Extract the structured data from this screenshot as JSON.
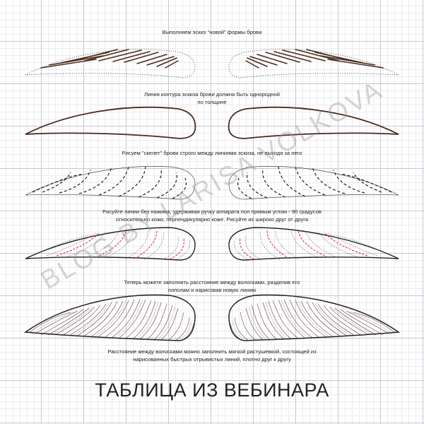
{
  "steps": [
    {
      "lines": [
        "Выполняем эскиз \"новой\" формы брови"
      ]
    },
    {
      "lines": [
        "Линия контура эскиза брови должна быть однородной",
        "по толщине"
      ]
    },
    {
      "lines": [
        "Рисуем \"скелет\" брови строго между линиями эскиза, не выходя за него"
      ]
    },
    {
      "lines": [
        "Рисуйте линии без нажима, удерживая ручку аппарата пол прямым углом - 90 градусов",
        "относительно кожи, перпендикулярно коже. Рисуйте их широко друг от друга"
      ]
    },
    {
      "lines": [
        "Теперь можете заполнить расстояние между волосками, разделив его",
        "пополам и нарисовав новую линию"
      ]
    },
    {
      "lines": [
        "Расстояние между волосками можно заполнить мягкой растушевкой, состоящей из",
        "нарисованных быстрых отрывистых линий, плотно друг к другу"
      ]
    }
  ],
  "title": "ТАБЛИЦА ИЗ ВЕБИНАРА",
  "watermark": "BLOG BY LARISA VOLKOVA",
  "colors": {
    "brow_brown": "#4a2a1c",
    "guide_red": "#d8324e",
    "hair_pink": "#c98b8f",
    "grid": "#c9c9cf"
  }
}
